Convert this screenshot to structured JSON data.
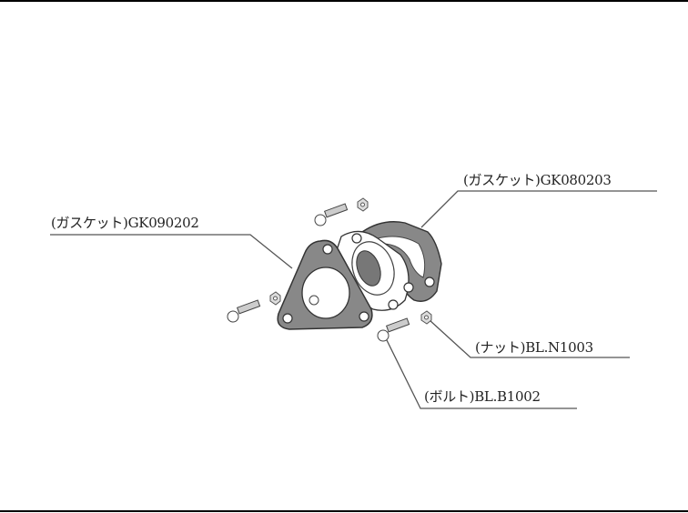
{
  "diagram": {
    "colors": {
      "gasket_fill": "#8a8a8a",
      "outline": "#333333",
      "leader": "#555555",
      "text": "#222222",
      "rule": "#000000"
    },
    "callouts": [
      {
        "id": "gasket-upper",
        "label": "(ガスケット)GK080203"
      },
      {
        "id": "gasket-front",
        "label": "(ガスケット)GK090202"
      },
      {
        "id": "nut",
        "label": "(ナット)BL.N1003"
      },
      {
        "id": "bolt",
        "label": "(ボルト)BL.B1002"
      }
    ]
  }
}
